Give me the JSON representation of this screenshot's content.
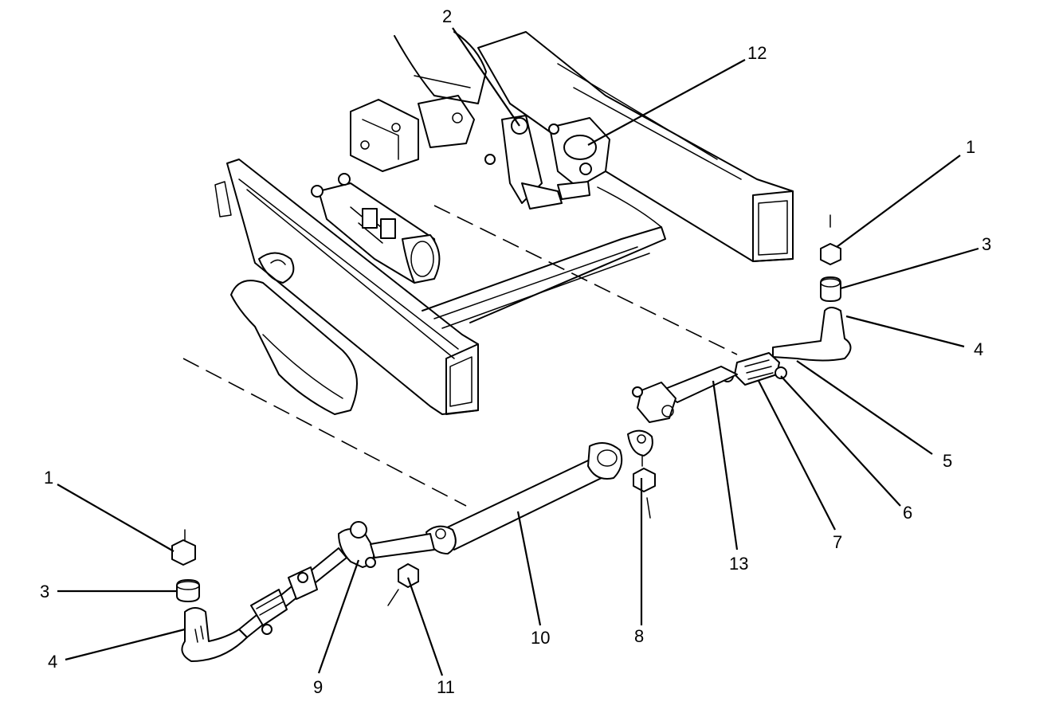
{
  "diagram": {
    "line_color": "#000000",
    "background": "#ffffff",
    "callouts": [
      {
        "id": "c1-right",
        "text": "1"
      },
      {
        "id": "c2",
        "text": "2"
      },
      {
        "id": "c12",
        "text": "12"
      },
      {
        "id": "c3-right",
        "text": "3"
      },
      {
        "id": "c4-right",
        "text": "4"
      },
      {
        "id": "c5",
        "text": "5"
      },
      {
        "id": "c6",
        "text": "6"
      },
      {
        "id": "c7",
        "text": "7"
      },
      {
        "id": "c13",
        "text": "13"
      },
      {
        "id": "c8",
        "text": "8"
      },
      {
        "id": "c10",
        "text": "10"
      },
      {
        "id": "c11",
        "text": "11"
      },
      {
        "id": "c9",
        "text": "9"
      },
      {
        "id": "c1-left",
        "text": "1"
      },
      {
        "id": "c3-left",
        "text": "3"
      },
      {
        "id": "c4-left",
        "text": "4"
      }
    ]
  }
}
